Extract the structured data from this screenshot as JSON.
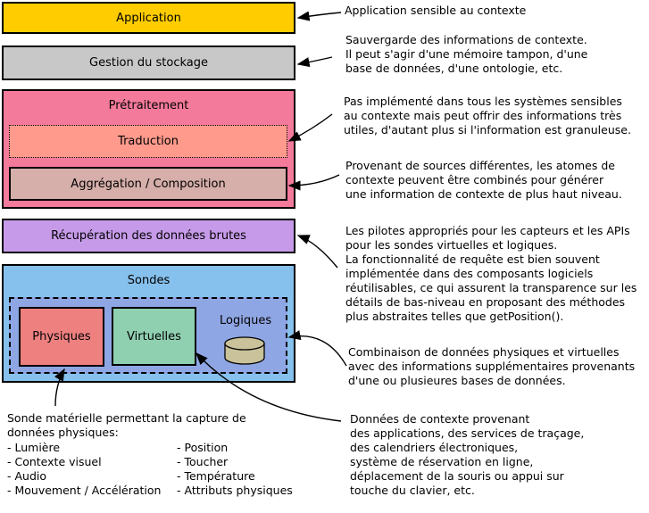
{
  "layers": {
    "application": "Application",
    "storage": "Gestion du stockage",
    "preprocessing": "Prétraitement",
    "translation": "Traduction",
    "aggregation": "Aggrégation / Composition",
    "raw_data": "Récupération des données brutes",
    "sensors": "Sondes",
    "physical": "Physiques",
    "virtual": "Virtuelles",
    "logical": "Logiques"
  },
  "colors": {
    "application": "#ffcc00",
    "storage": "#c8c8c8",
    "preprocessing": "#f47a9b",
    "translation": "#ff9a8c",
    "aggregation": "#d6aeaa",
    "raw_data": "#c69ae8",
    "sensors": "#86c0ec",
    "sensors_inner": "#8fa6e4",
    "physical": "#ee8080",
    "virtual": "#8fd0b0",
    "database": "#c9c29a"
  },
  "notes": {
    "application": [
      "Application sensible au contexte"
    ],
    "storage": [
      "Sauvergarde des informations de contexte.",
      "Il peut s'agir d'une mémoire tampon, d'une",
      "base de données, d'une ontologie, etc."
    ],
    "translation": [
      "Pas implémenté dans tous les systèmes sensibles",
      "au contexte mais peut offrir des informations très",
      "utiles, d'autant plus si l'information est granuleuse."
    ],
    "aggregation": [
      "Provenant de sources différentes, les atomes de",
      "contexte peuvent être combinés pour générer",
      "une information de contexte de plus haut niveau."
    ],
    "raw_data": [
      "Les pilotes appropriés pour les capteurs et les APIs",
      "pour les sondes virtuelles et logiques.",
      "La fonctionnalité de requête est bien souvent",
      "implémentée dans des composants logiciels",
      "réutilisables, ce qui assurent la transparence sur les",
      "détails de bas-niveau en proposant des méthodes",
      "plus abstraites telles que getPosition()."
    ],
    "logical": [
      "Combinaison de données physiques et virtuelles",
      "avec des informations supplémentaires provenants",
      "d'une ou plusieures bases de données."
    ],
    "virtual": [
      "Données de contexte provenant",
      "des applications, des services de traçage,",
      "des calendriers électroniques,",
      "système de réservation en ligne,",
      "déplacement de la souris ou appui sur",
      "touche du clavier, etc."
    ],
    "physical": {
      "intro": [
        "Sonde matérielle permettant la capture de",
        "données physiques:"
      ],
      "col1": [
        "- Lumière",
        "- Contexte visuel",
        "- Audio",
        "- Mouvement / Accélération"
      ],
      "col2": [
        "- Position",
        "- Toucher",
        "- Température",
        "- Attributs physiques"
      ]
    }
  }
}
